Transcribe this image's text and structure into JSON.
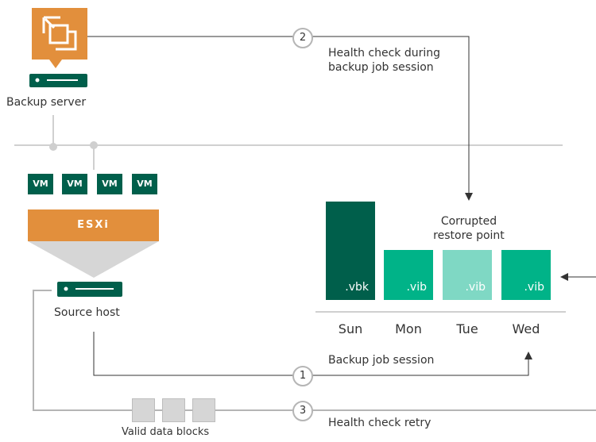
{
  "backup_server": {
    "label": "Backup server",
    "icon": "veeam-backup-logo-icon"
  },
  "source_host": {
    "label": "Source host",
    "hypervisor": "ESXi",
    "vms": [
      "VM",
      "VM",
      "VM",
      "VM"
    ]
  },
  "restore_points": [
    {
      "file": ".vbk",
      "day": "Sun",
      "color": "#005f4b"
    },
    {
      "file": ".vib",
      "day": "Mon",
      "color": "#00b388"
    },
    {
      "file": ".vib",
      "day": "Tue",
      "color": "#7fd8c4"
    },
    {
      "file": ".vib",
      "day": "Wed",
      "color": "#00b388"
    }
  ],
  "corrupted_label": "Corrupted\nrestore point",
  "steps": [
    {
      "number": "1",
      "label": "Backup job session"
    },
    {
      "number": "2",
      "label": "Health check during\nbackup job session"
    },
    {
      "number": "3",
      "label": "Health check retry"
    }
  ],
  "valid_blocks_label": "Valid data blocks",
  "colors": {
    "dark_green": "#005f4b",
    "green": "#00b388",
    "light_green": "#7fd8c4",
    "orange": "#e28f3c",
    "line_gray": "#b5b5b5"
  }
}
